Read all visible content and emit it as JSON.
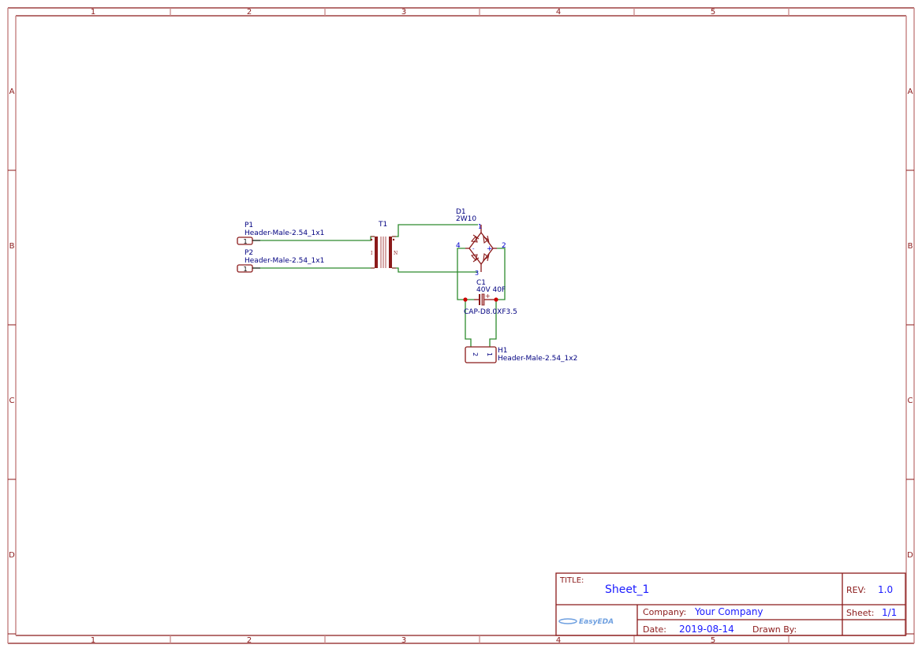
{
  "frame": {
    "columns": [
      "1",
      "2",
      "3",
      "4",
      "5"
    ],
    "rows": [
      "A",
      "B",
      "C",
      "D"
    ],
    "border_color": "#8b1a1a",
    "wire_color": "#2e8b2e",
    "component_color": "#8b1a1a",
    "label_color": "#000080"
  },
  "components": {
    "p1": {
      "ref": "P1",
      "value": "Header-Male-2.54_1x1",
      "pin": "1"
    },
    "p2": {
      "ref": "P2",
      "value": "Header-Male-2.54_1x1",
      "pin": "1"
    },
    "t1": {
      "ref": "T1",
      "primary_mark": "I",
      "secondary_mark": "N"
    },
    "d1": {
      "ref": "D1",
      "value": "2W10",
      "pins": [
        "1",
        "2",
        "3",
        "4"
      ],
      "plus": "+",
      "minus": "-"
    },
    "c1": {
      "ref": "C1",
      "value": "40V 40F",
      "footprint": "CAP-D8.0XF3.5",
      "plus": "+"
    },
    "h1": {
      "ref": "H1",
      "value": "Header-Male-2.54_1x2",
      "pins": [
        "2",
        "1"
      ]
    }
  },
  "title_block": {
    "title_label": "TITLE:",
    "title_value": "Sheet_1",
    "rev_label": "REV:",
    "rev_value": "1.0",
    "company_label": "Company:",
    "company_value": "Your Company",
    "sheet_label": "Sheet:",
    "sheet_value": "1/1",
    "date_label": "Date:",
    "date_value": "2019-08-14",
    "drawn_by_label": "Drawn By:",
    "logo_text": "EasyEDA"
  }
}
